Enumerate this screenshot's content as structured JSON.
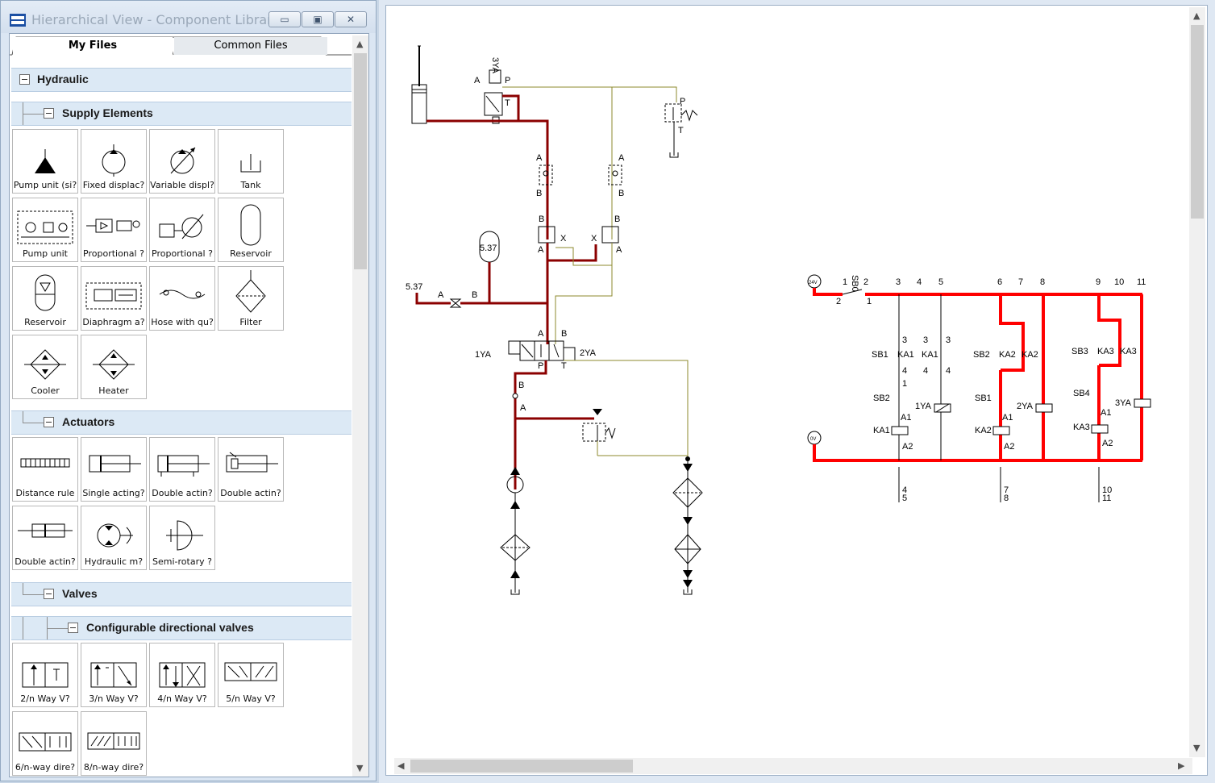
{
  "window": {
    "title": "Hierarchical View - Component Library",
    "controls": [
      "minimize",
      "maximize",
      "close"
    ]
  },
  "tabs": [
    {
      "label": "My Files",
      "active": true
    },
    {
      "label": "Common Files",
      "active": false
    }
  ],
  "tree": {
    "hydraulic": "Hydraulic",
    "supply": "Supply Elements",
    "actuators": "Actuators",
    "valves": "Valves",
    "configurable": "Configurable directional valves"
  },
  "supply_items": [
    {
      "label": "Pump unit (si?",
      "icon": "pump-unit-simple-icon"
    },
    {
      "label": "Fixed displac?",
      "icon": "fixed-displacement-pump-icon"
    },
    {
      "label": "Variable displ?",
      "icon": "variable-displacement-pump-icon"
    },
    {
      "label": "Tank",
      "icon": "tank-icon"
    },
    {
      "label": "Pump unit",
      "icon": "pump-unit-icon"
    },
    {
      "label": "Proportional ?",
      "icon": "proportional-valve-icon"
    },
    {
      "label": "Proportional ?",
      "icon": "proportional-pump-icon"
    },
    {
      "label": "Reservoir",
      "icon": "reservoir-icon"
    },
    {
      "label": "Reservoir",
      "icon": "reservoir-gas-icon"
    },
    {
      "label": "Diaphragm a?",
      "icon": "diaphragm-accumulator-icon"
    },
    {
      "label": "Hose with qu?",
      "icon": "hose-coupling-icon"
    },
    {
      "label": "Filter",
      "icon": "filter-icon"
    },
    {
      "label": "Cooler",
      "icon": "cooler-icon"
    },
    {
      "label": "Heater",
      "icon": "heater-icon"
    }
  ],
  "actuator_items": [
    {
      "label": "Distance rule",
      "icon": "distance-rule-icon"
    },
    {
      "label": "Single acting?",
      "icon": "single-acting-cylinder-icon"
    },
    {
      "label": "Double actin?",
      "icon": "double-acting-cylinder-icon"
    },
    {
      "label": "Double actin?",
      "icon": "double-acting-cylinder-cushion-icon"
    },
    {
      "label": "Double actin?",
      "icon": "double-rod-cylinder-icon"
    },
    {
      "label": "Hydraulic m?",
      "icon": "hydraulic-motor-icon"
    },
    {
      "label": "Semi-rotary ?",
      "icon": "semi-rotary-actuator-icon"
    }
  ],
  "valve_items": [
    {
      "label": "2/n Way V?",
      "icon": "two-way-valve-icon"
    },
    {
      "label": "3/n Way V?",
      "icon": "three-way-valve-icon"
    },
    {
      "label": "4/n Way V?",
      "icon": "four-way-valve-icon"
    },
    {
      "label": "5/n Way V?",
      "icon": "five-way-valve-icon"
    },
    {
      "label": "6/n-way dire?",
      "icon": "six-way-valve-icon"
    },
    {
      "label": "8/n-way dire?",
      "icon": "eight-way-valve-icon"
    }
  ],
  "diagram": {
    "hydraulic": {
      "solenoid_top": "3YA",
      "solenoid_left": "1YA",
      "solenoid_right": "2YA",
      "gauge_value": "5.37",
      "pressure_value": "5.37",
      "ports": [
        "A",
        "B",
        "P",
        "T",
        "X"
      ]
    },
    "electrical": {
      "supply_top": "24V",
      "supply_bottom": "0V",
      "main_switch": "SB0",
      "column_numbers": [
        "1",
        "2",
        "3",
        "4",
        "5",
        "6",
        "7",
        "8",
        "9",
        "10",
        "11"
      ],
      "switches": [
        "SB1",
        "SB2",
        "SB3",
        "SB4"
      ],
      "relays": [
        "KA1",
        "KA2",
        "KA3"
      ],
      "solenoids": [
        "1YA",
        "2YA",
        "3YA"
      ],
      "contact_labels": [
        "A1",
        "A2",
        "1",
        "2",
        "3",
        "4"
      ],
      "cross_refs": [
        "4",
        "5",
        "7",
        "8",
        "10",
        "11"
      ]
    }
  },
  "colors": {
    "active_line_hydraulic": "#8b0000",
    "active_line_electric": "#ff0000",
    "tank_line": "#8c8a2e",
    "group_header_bg": "#dce9f5"
  }
}
